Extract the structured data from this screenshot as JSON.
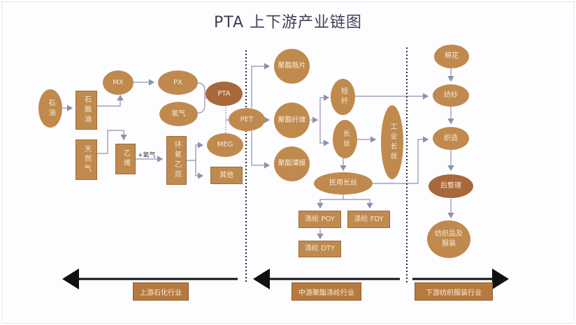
{
  "title": "PTA 上下游产业链图",
  "nodes": {
    "crude_oil": "石油",
    "naphtha": "石脑油",
    "mx": "MX",
    "px": "PX",
    "oxygen": "氧气",
    "pta": "PTA",
    "natural_gas": "天然气",
    "ethylene": "乙烯",
    "plus_oxygen": "+氧气",
    "ethylene_oxide": "环氧乙烷",
    "meg": "MEG",
    "other": "其他",
    "pet": "PET",
    "polyester_chips": "聚酯瓶片",
    "polyester_fiber": "聚酯纤维",
    "polyester_film": "聚酯薄膜",
    "staple_fiber": "短纤",
    "filament": "长丝",
    "industrial_filament": "工业长丝",
    "civil_filament": "民用长丝",
    "poy": "涤纶 POY",
    "fdy": "涤纶 FDY",
    "dty": "涤纶 DTY",
    "cotton": "棉花",
    "spinning": "纺纱",
    "weaving": "织造",
    "finishing": "后整理",
    "textiles": "纺织品及服装"
  },
  "bands": {
    "upstream": "上游石化行业",
    "midstream": "中游聚酯涤纶行业",
    "downstream": "下游纺织服装行业"
  },
  "colors": {
    "node": "#c08a4e",
    "node_dark": "#a8683a",
    "line": "#8f8fb0",
    "title": "#3c3f55"
  }
}
